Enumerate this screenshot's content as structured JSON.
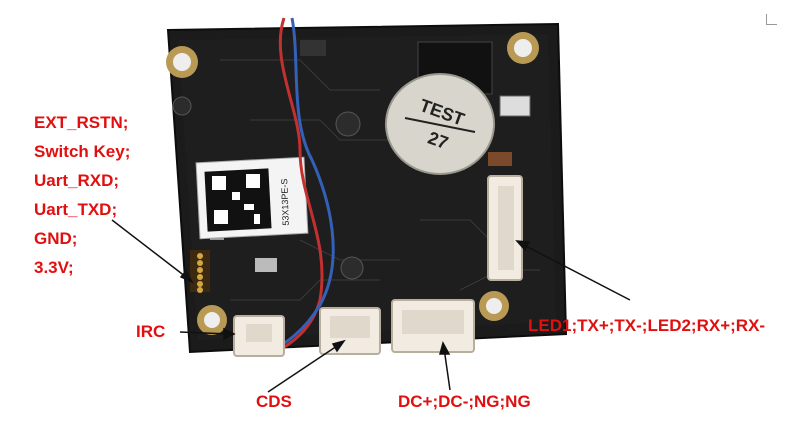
{
  "pin_header_labels": [
    "EXT_RSTN;",
    "Switch Key;",
    "Uart_RXD;",
    "Uart_TXD;",
    "GND;",
    "3.3V;"
  ],
  "labels": {
    "irc": "IRC",
    "cds": "CDS",
    "dc": "DC+;DC-;NG;NG",
    "led": "LED1;TX+;TX-;LED2;RX+;RX-"
  },
  "board": {
    "sticker_line1": "TEST",
    "sticker_line2": "27",
    "qr_caption": "53X13PE-S"
  },
  "colors": {
    "label": "#e01010",
    "pcb": "#1a1a1a",
    "connector": "#f1ebe2"
  }
}
